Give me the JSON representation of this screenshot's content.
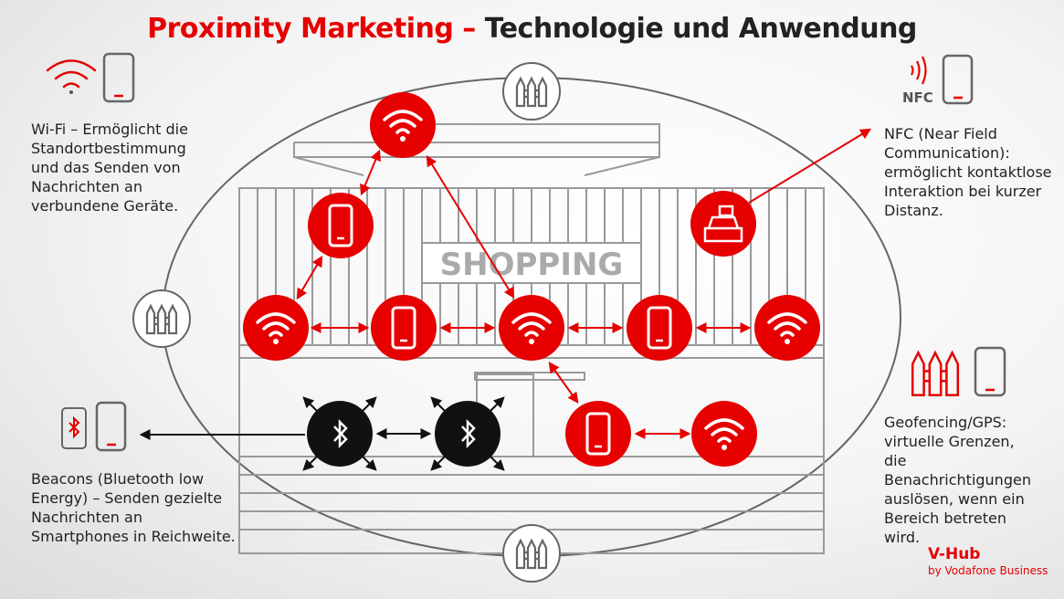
{
  "title": {
    "part1": "Proximity Marketing –",
    "part2": "Technologie und Anwendung"
  },
  "sign": "SHOPPING",
  "wifi_text": "Wi-Fi – Ermöglicht die Standortbestimmung und das Senden von Nachrichten an verbundene Geräte.",
  "nfc_label": "NFC",
  "nfc_text": "NFC (Near Field Communication): ermöglicht kontaktlose Interaktion bei kurzer Distanz.",
  "beacon_text": "Beacons (Bluetooth low Energy) – Senden gezielte Nachrichten an Smartphones in Reichweite.",
  "geo_text": "Geofencing/GPS: virtuelle Grenzen, die Benachrichtigungen auslösen, wenn ein Bereich betreten wird.",
  "logo": {
    "name": "V-Hub",
    "sub": "by Vodafone Business"
  },
  "colors": {
    "accent": "#e60000",
    "dark": "#111111",
    "line": "#8a8a8a"
  }
}
